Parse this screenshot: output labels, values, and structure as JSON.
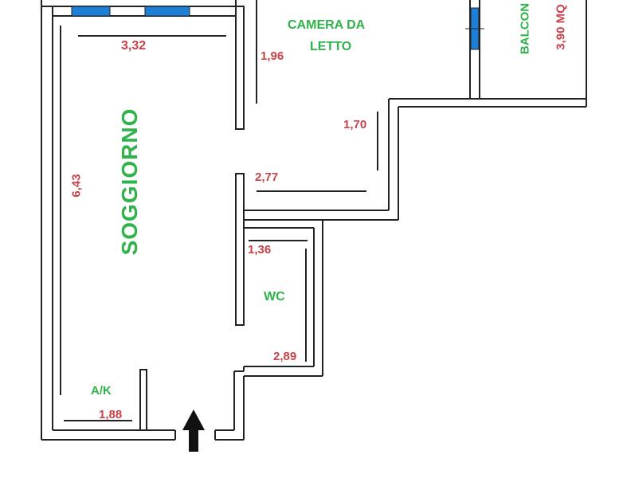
{
  "colors": {
    "wall": "#222222",
    "window": "#1e7fd6",
    "room_label": "#2fb34a",
    "dimension_label": "#c9424a",
    "entry_arrow": "#111111"
  },
  "rooms": {
    "soggiorno": "SOGGIORNO",
    "camera_line1": "CAMERA DA",
    "camera_line2": "LETTO",
    "balcone": "BALCON",
    "wc": "WC",
    "ak": "A/K"
  },
  "dimensions": {
    "soggiorno_width": "3,32",
    "soggiorno_length": "6,43",
    "camera_a": "1,96",
    "camera_b": "1,70",
    "camera_c": "2,77",
    "balcone_area": "3,90 MQ",
    "wc_a": "1,36",
    "wc_b": "2,89",
    "ak_width": "1,88"
  },
  "icons": {
    "entry": "entry-arrow-icon",
    "window": "window-icon"
  }
}
